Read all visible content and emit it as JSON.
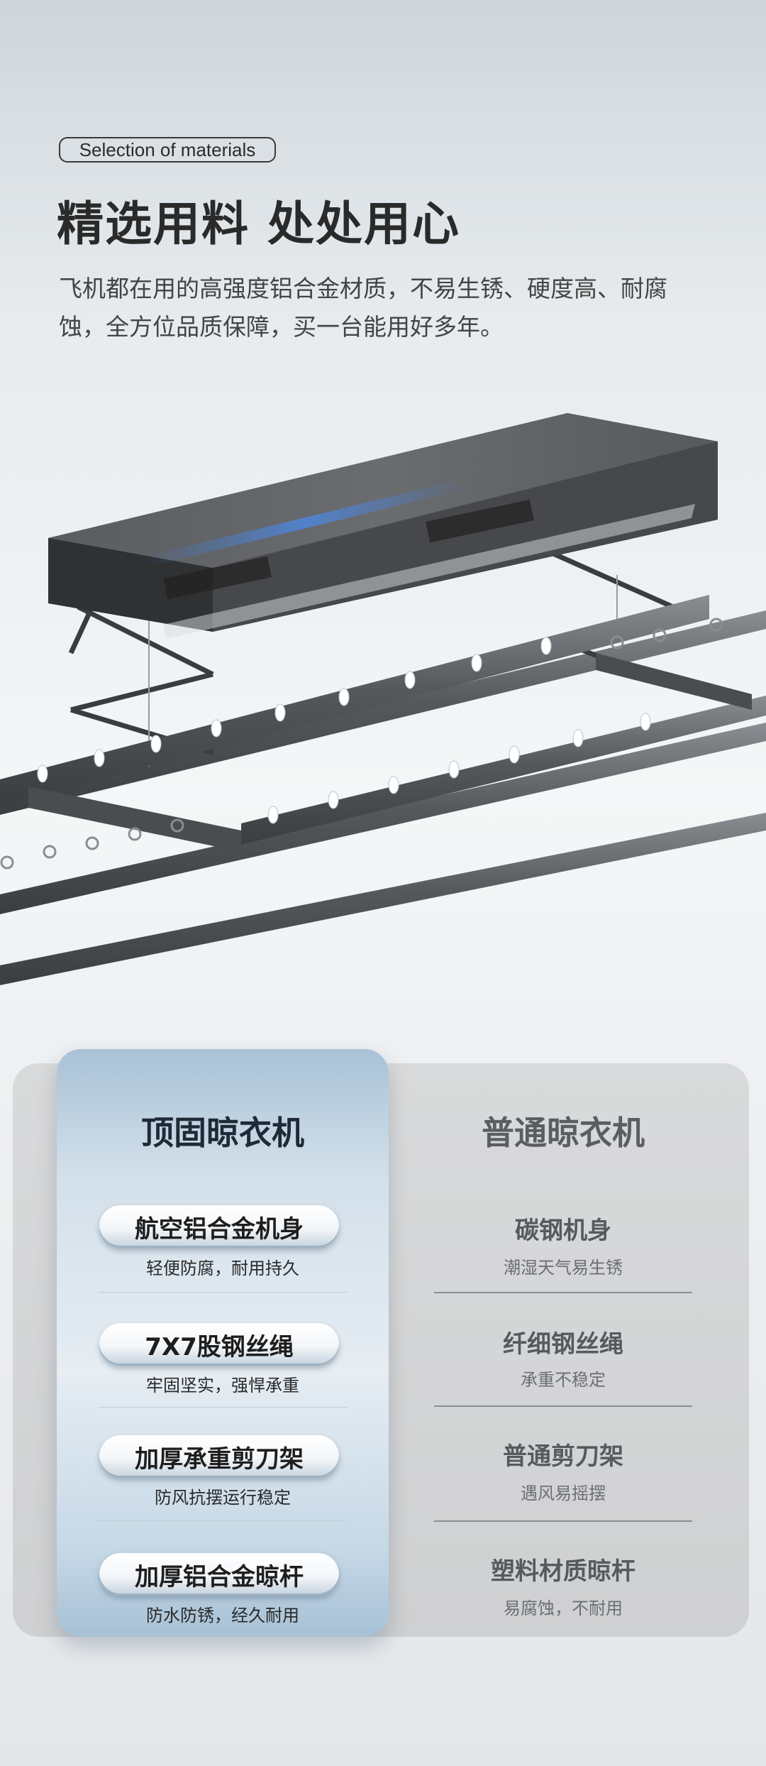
{
  "header": {
    "tag": "Selection of materials",
    "headline": "精选用料 处处用心",
    "description": "飞机都在用的高强度铝合金材质，不易生锈、硬度高、耐腐蚀，全方位品质保障，买一台能用好多年。"
  },
  "comparison": {
    "left": {
      "title": "顶固晾衣机",
      "items": [
        {
          "label": "航空铝合金机身",
          "note": "轻便防腐，耐用持久"
        },
        {
          "label": "7X7股钢丝绳",
          "note": "牢固坚实，强悍承重"
        },
        {
          "label": "加厚承重剪刀架",
          "note": "防风抗摆运行稳定"
        },
        {
          "label": "加厚铝合金晾杆",
          "note": "防水防锈，经久耐用"
        }
      ]
    },
    "right": {
      "title": "普通晾衣机",
      "items": [
        {
          "label": "碳钢机身",
          "note": "潮湿天气易生锈"
        },
        {
          "label": "纤细钢丝绳",
          "note": "承重不稳定"
        },
        {
          "label": "普通剪刀架",
          "note": "遇风易摇摆"
        },
        {
          "label": "塑料材质晾杆",
          "note": "易腐蚀，不耐用"
        }
      ]
    }
  },
  "colors": {
    "headline": "#2a2a2a",
    "highlight_card": "#c6d8e6",
    "compare_bg": "#d4d5d6",
    "device_body": "#4a4c4f",
    "led_glow": "#3f7fe0"
  }
}
